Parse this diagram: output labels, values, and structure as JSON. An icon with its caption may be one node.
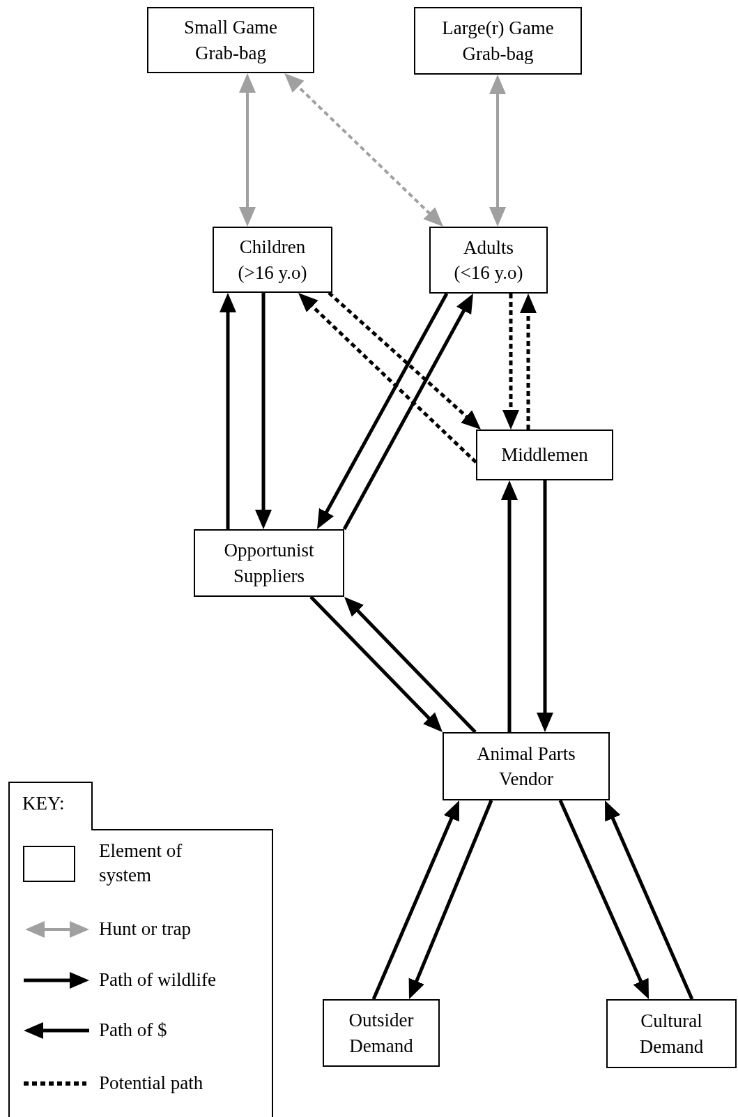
{
  "diagram": {
    "nodes": [
      {
        "text": [
          "Small Game Grab-bag"
        ]
      },
      {
        "text": [
          "Large(r) Game Grab-bag"
        ]
      },
      {
        "text": [
          "Children (>16 y.o)"
        ]
      },
      {
        "text": [
          "Adults (<16 y.o)"
        ]
      },
      {
        "text": [
          "Middlemen"
        ]
      },
      {
        "text": [
          "Opportunist Suppliers"
        ]
      },
      {
        "text": [
          "Animal Parts Vendor"
        ]
      },
      {
        "text": [
          "Outsider Demand"
        ]
      },
      {
        "text": [
          "Cultural Demand"
        ]
      }
    ],
    "edges": [
      {
        "from": 0,
        "to": 2,
        "arrow": "both",
        "color": "#a0a0a0"
      },
      {
        "from": 0,
        "to": 3,
        "arrow": "both",
        "style": "dashed",
        "color": "#a0a0a0"
      },
      {
        "from": 1,
        "to": 3,
        "arrow": "both",
        "color": "#a0a0a0"
      },
      {
        "from": 5,
        "to": 2,
        "arrow": "to"
      },
      {
        "from": 2,
        "to": 5,
        "arrow": "to"
      },
      {
        "from": 3,
        "to": 5,
        "arrow": "to"
      },
      {
        "from": 5,
        "to": 3,
        "arrow": "to"
      },
      {
        "from": 2,
        "to": 4,
        "arrow": "to",
        "style": "dashed"
      },
      {
        "from": 4,
        "to": 2,
        "arrow": "to",
        "style": "dashed"
      },
      {
        "from": 3,
        "to": 4,
        "arrow": "to",
        "style": "dashed"
      },
      {
        "from": 4,
        "to": 3,
        "arrow": "to",
        "style": "dashed"
      },
      {
        "from": 5,
        "to": 6,
        "arrow": "to"
      },
      {
        "from": 6,
        "to": 5,
        "arrow": "to"
      },
      {
        "from": 6,
        "to": 4,
        "arrow": "to"
      },
      {
        "from": 4,
        "to": 6,
        "arrow": "to"
      },
      {
        "from": 7,
        "to": 6,
        "arrow": "to"
      },
      {
        "from": 6,
        "to": 7,
        "arrow": "to"
      },
      {
        "from": 6,
        "to": 8,
        "arrow": "to"
      },
      {
        "from": 8,
        "to": 6,
        "arrow": "to"
      }
    ],
    "labels": [
      "KEY:"
    ],
    "legend": [
      {
        "text": "Element of system"
      },
      {
        "text": "Hunt or trap"
      },
      {
        "text": "Path of wildlife"
      },
      {
        "text": "Path of $"
      },
      {
        "text": "Potential path"
      }
    ]
  }
}
